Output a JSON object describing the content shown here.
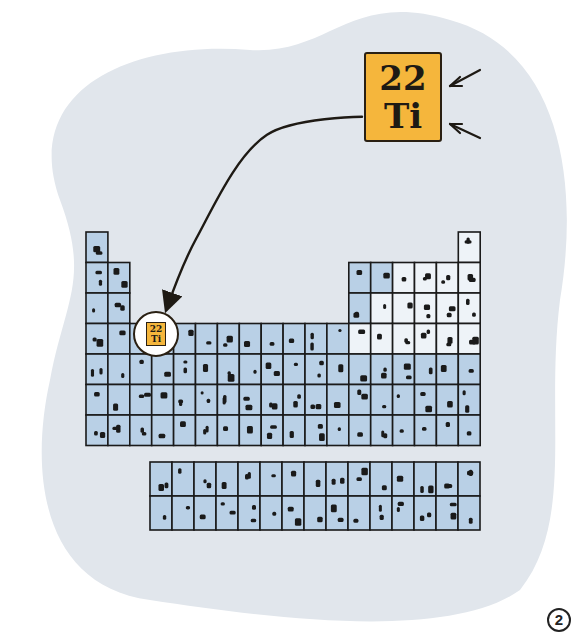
{
  "diagram": {
    "nodes": [
      {
        "text": [
          "22",
          "Ti"
        ]
      },
      {
        "text": [
          "22",
          "Ti"
        ]
      }
    ],
    "edges": [
      {
        "from": 0,
        "to": 1,
        "arrow": "to"
      }
    ],
    "labels": [
      "2"
    ]
  }
}
